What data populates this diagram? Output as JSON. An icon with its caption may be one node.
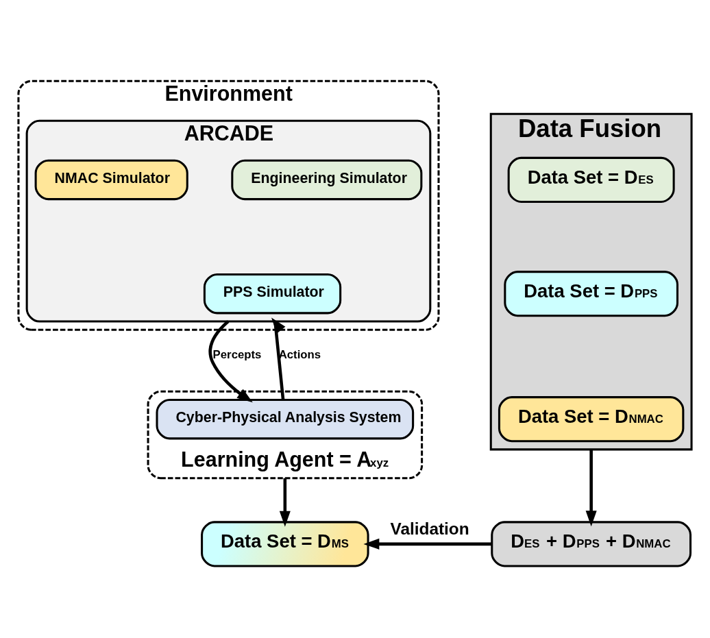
{
  "diagram": {
    "nodes": [
      {
        "text": [
          "Environment"
        ]
      },
      {
        "text": [
          "ARCADE"
        ],
        "in": 0
      },
      {
        "text": [
          "Engineering Simulator"
        ],
        "in": 1
      },
      {
        "text": [
          "NMAC Simulator"
        ],
        "in": 1
      },
      {
        "text": [
          "PPS Simulator"
        ],
        "in": 1
      },
      {
        "text": [
          "Learning Agent = A$_{xyz}$"
        ]
      },
      {
        "text": [
          "Cyber-Physical Analysis System"
        ],
        "in": 5
      },
      {
        "text": [
          "Data Fusion"
        ]
      },
      {
        "text": [
          "Data Set = D$_{ES}$"
        ],
        "in": 7
      },
      {
        "text": [
          "Data Set = D$_{PPS}$"
        ],
        "in": 7
      },
      {
        "text": [
          "Data Set = D$_{NMAC}$"
        ],
        "in": 7
      },
      {
        "text": [
          "D$_{ES}$ + D$_{PPS}$ + D$_{NMAC}$"
        ]
      },
      {
        "text": [
          "Data Set = D$_{MS}$"
        ]
      }
    ],
    "edges": [
      {
        "from": 1,
        "to": 6,
        "arrow": "to",
        "label": "Percepts"
      },
      {
        "from": 6,
        "to": 1,
        "arrow": "to",
        "label": "Actions"
      },
      {
        "from": 5,
        "to": 12,
        "arrow": "to"
      },
      {
        "from": 7,
        "to": 11,
        "arrow": "to"
      },
      {
        "from": 11,
        "to": 12,
        "arrow": "to",
        "label": "Validation"
      }
    ]
  }
}
